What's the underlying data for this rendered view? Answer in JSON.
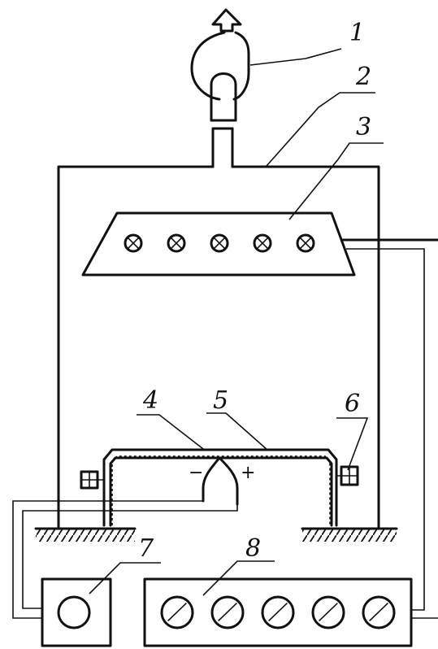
{
  "callouts": {
    "n1": "1",
    "n2": "2",
    "n3": "3",
    "n4": "4",
    "n5": "5",
    "n6": "6",
    "n7": "7",
    "n8": "8"
  },
  "polarity": {
    "minus": "−",
    "plus": "+"
  },
  "counts": {
    "lamps": 5,
    "gauges": 5
  }
}
